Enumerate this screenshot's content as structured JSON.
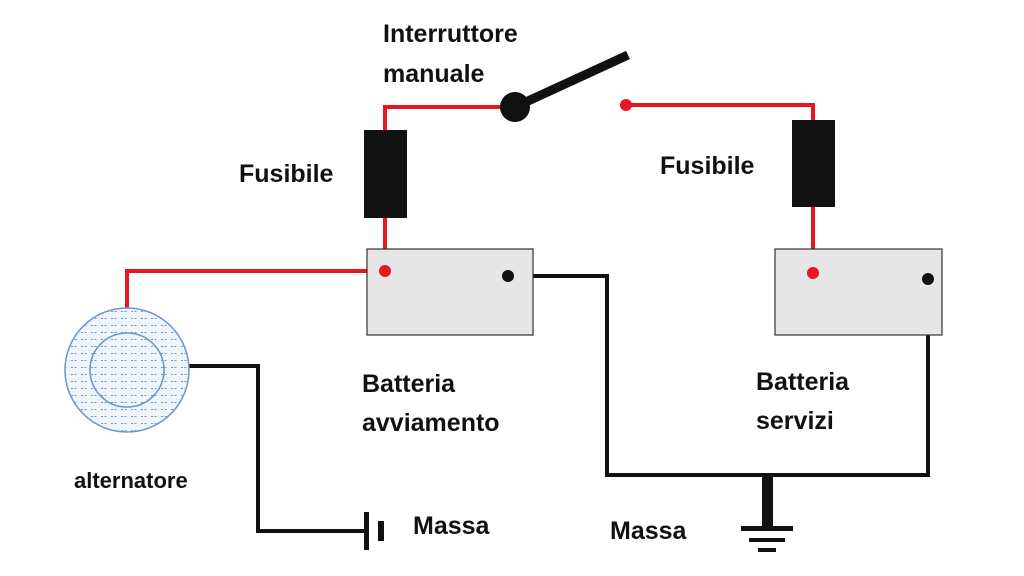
{
  "labels": {
    "switch_line1": "Interruttore",
    "switch_line2": "manuale",
    "fuse_left": "Fusibile",
    "fuse_right": "Fusibile",
    "battery_start_line1": "Batteria",
    "battery_start_line2": "avviamento",
    "battery_service_line1": "Batteria",
    "battery_service_line2": "servizi",
    "alternator": "alternatore",
    "ground_left": "Massa",
    "ground_right": "Massa"
  },
  "colors": {
    "positive_wire": "#e8161e",
    "negative_wire": "#111111",
    "battery_fill": "#e6e6e6",
    "battery_stroke": "#333333",
    "alternator_stroke": "#6a97c6",
    "alternator_fill": "#eef5fb"
  }
}
